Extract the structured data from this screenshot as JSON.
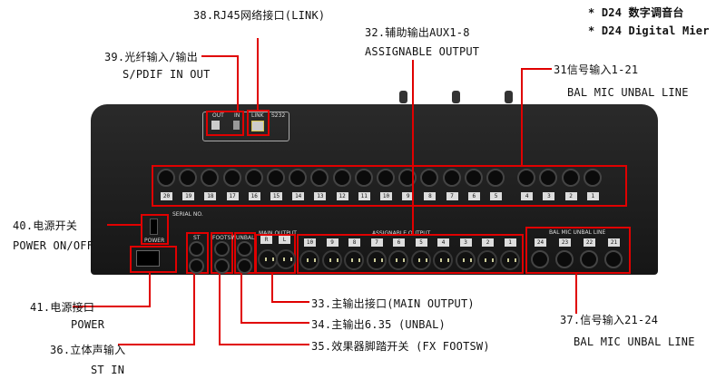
{
  "header": {
    "line1": "* D24 数字调音台",
    "line2": "* D24 Digital Mier"
  },
  "callouts": {
    "c38": {
      "title": "38.RJ45网络接口(LINK)"
    },
    "c39": {
      "title": "39.光纤输入/输出",
      "sub": "S/PDIF IN OUT"
    },
    "c32": {
      "title": "32.辅助输出AUX1-8",
      "sub": "ASSIGNABLE OUTPUT"
    },
    "c31": {
      "title": "31信号输入1-21",
      "sub": "BAL MIC UNBAL LINE"
    },
    "c40": {
      "title": "40.电源开关",
      "sub": "POWER ON/OFF"
    },
    "c41": {
      "title": "41.电源接口",
      "sub": "POWER"
    },
    "c36": {
      "title": "36.立体声输入",
      "sub": "ST IN"
    },
    "c33": {
      "title": "33.主输出接口(MAIN OUTPUT)"
    },
    "c34": {
      "title": "34.主输出6.35 (UNBAL)"
    },
    "c35": {
      "title": "35.效果器脚踏开关 (FX FOOTSW)"
    },
    "c37": {
      "title": "37.信号输入21-24",
      "sub": "BAL MIC UNBAL LINE"
    }
  },
  "panel": {
    "spdif_out": "OUT",
    "spdif_in": "IN",
    "link": "LINK",
    "rs232": "S232",
    "power": "POWER",
    "serial": "SERIAL NO.",
    "st": "ST",
    "footsw": "FOOTSW",
    "unbal": "UNBAL",
    "main_output": "MAIN OUTPUT",
    "assignable_output": "ASSIGNABLE OUTPUT",
    "bal_mic": "BAL MIC UNBAL LINE",
    "top_channels": [
      "20",
      "19",
      "18",
      "17",
      "16",
      "15",
      "14",
      "13",
      "12",
      "11",
      "10",
      "9",
      "8",
      "7",
      "6",
      "5",
      "4",
      "3",
      "2",
      "1"
    ],
    "aux_channels": [
      "10",
      "9",
      "8",
      "7",
      "6",
      "5",
      "4",
      "3",
      "2",
      "1"
    ],
    "main_channels": [
      "R",
      "L"
    ],
    "right_channels": [
      "24",
      "23",
      "22",
      "21"
    ]
  },
  "colors": {
    "accent": "#e00000",
    "body": "#1e1e1e"
  }
}
